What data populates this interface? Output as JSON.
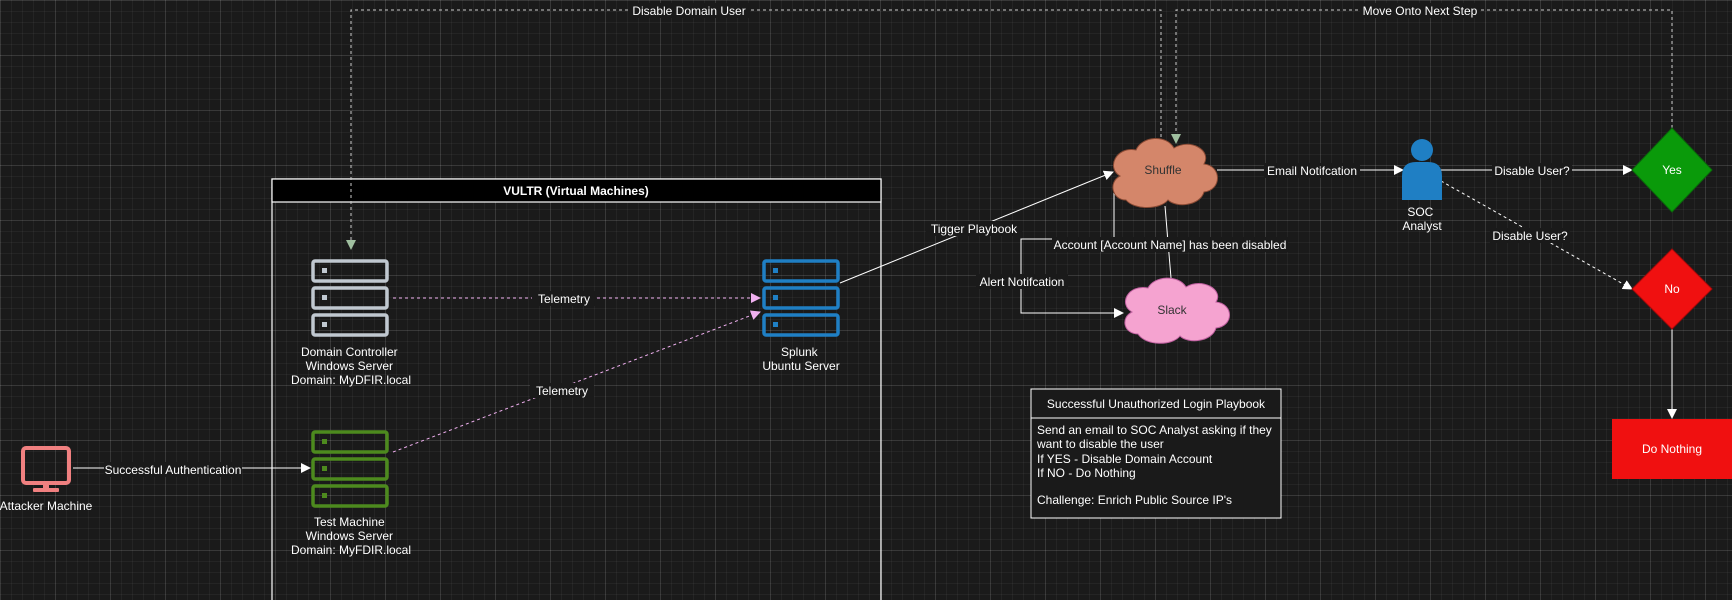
{
  "container": {
    "title": "VULTR (Virtual Machines)"
  },
  "nodes": {
    "attacker": {
      "label": "Attacker Machine",
      "color": "#f08080"
    },
    "domain_controller": {
      "lines": [
        "Domain Controller",
        "Windows Server",
        "Domain: MyDFIR.local"
      ],
      "color": "#c0c8d0"
    },
    "test_machine": {
      "lines": [
        "Test Machine",
        "Windows Server",
        "Domain: MyFDIR.local"
      ],
      "color": "#4d8a1e"
    },
    "splunk": {
      "lines": [
        "Splunk",
        "Ubuntu Server"
      ],
      "color": "#1f7fc4"
    },
    "shuffle": {
      "label": "Shuffle",
      "color": "#d4866a"
    },
    "slack": {
      "label": "Slack",
      "color": "#f5a3d0"
    },
    "soc_analyst": {
      "lines": [
        "SOC",
        "Analyst"
      ],
      "color": "#1f7fc4"
    },
    "yes": {
      "label": "Yes",
      "color": "#0a9a0a"
    },
    "no": {
      "label": "No",
      "color": "#f01010"
    },
    "do_nothing": {
      "label": "Do Nothing",
      "color": "#f01010"
    }
  },
  "edges": {
    "successful_auth": "Successful Authentication",
    "telemetry_dc": "Telemetry",
    "telemetry_test": "Telemetry",
    "trigger_playbook": "Tigger Playbook",
    "email_notification": "Email Notifcation",
    "disable_user_yes": "Disable User?",
    "disable_user_no": "Disable User?",
    "disable_domain_user": "Disable Domain User",
    "move_onto_next_step": "Move Onto Next Step",
    "account_disabled": "Account [Account Name] has been disabled",
    "alert_notification": "Alert Notifcation"
  },
  "playbook": {
    "title": "Successful Unauthorized Login Playbook",
    "lines": [
      "Send an email to SOC Analyst asking if they",
      "want to disable the user",
      "If YES - Disable Domain Account",
      "If NO - Do Nothing",
      "",
      "Challenge: Enrich Public Source IP's"
    ]
  }
}
